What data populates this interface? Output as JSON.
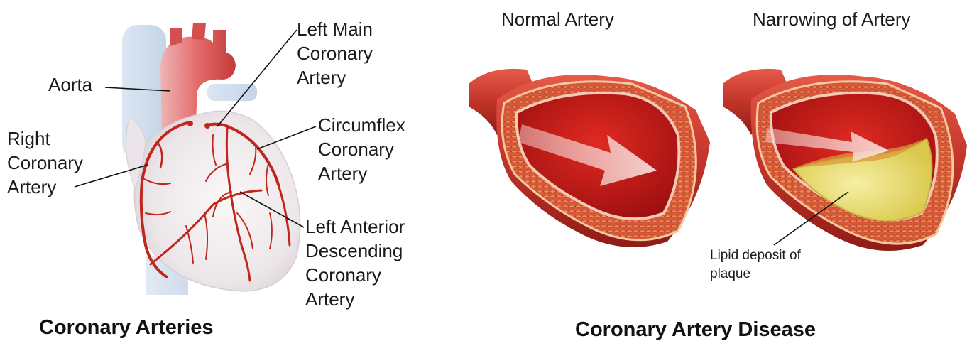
{
  "left_panel": {
    "title": "Coronary Arteries",
    "labels": {
      "aorta": [
        "Aorta"
      ],
      "left_main": [
        "Left Main",
        "Coronary",
        "Artery"
      ],
      "right_coronary": [
        "Right",
        "Coronary",
        "Artery"
      ],
      "circumflex": [
        "Circumflex",
        "Coronary",
        "Artery"
      ],
      "lad": [
        "Left Anterior",
        "Descending",
        "Coronary",
        "Artery"
      ]
    }
  },
  "right_panel": {
    "title": "Coronary Artery Disease",
    "normal_label": "Normal Artery",
    "narrowed_label": "Narrowing of Artery",
    "plaque_label": [
      "Lipid deposit of",
      "plaque"
    ]
  },
  "colors": {
    "artery_red": "#c0261c",
    "lumen_red": "#d01818",
    "plaque_yellow": "#e8dc6a",
    "heart_tissue": "#f1ecee"
  }
}
